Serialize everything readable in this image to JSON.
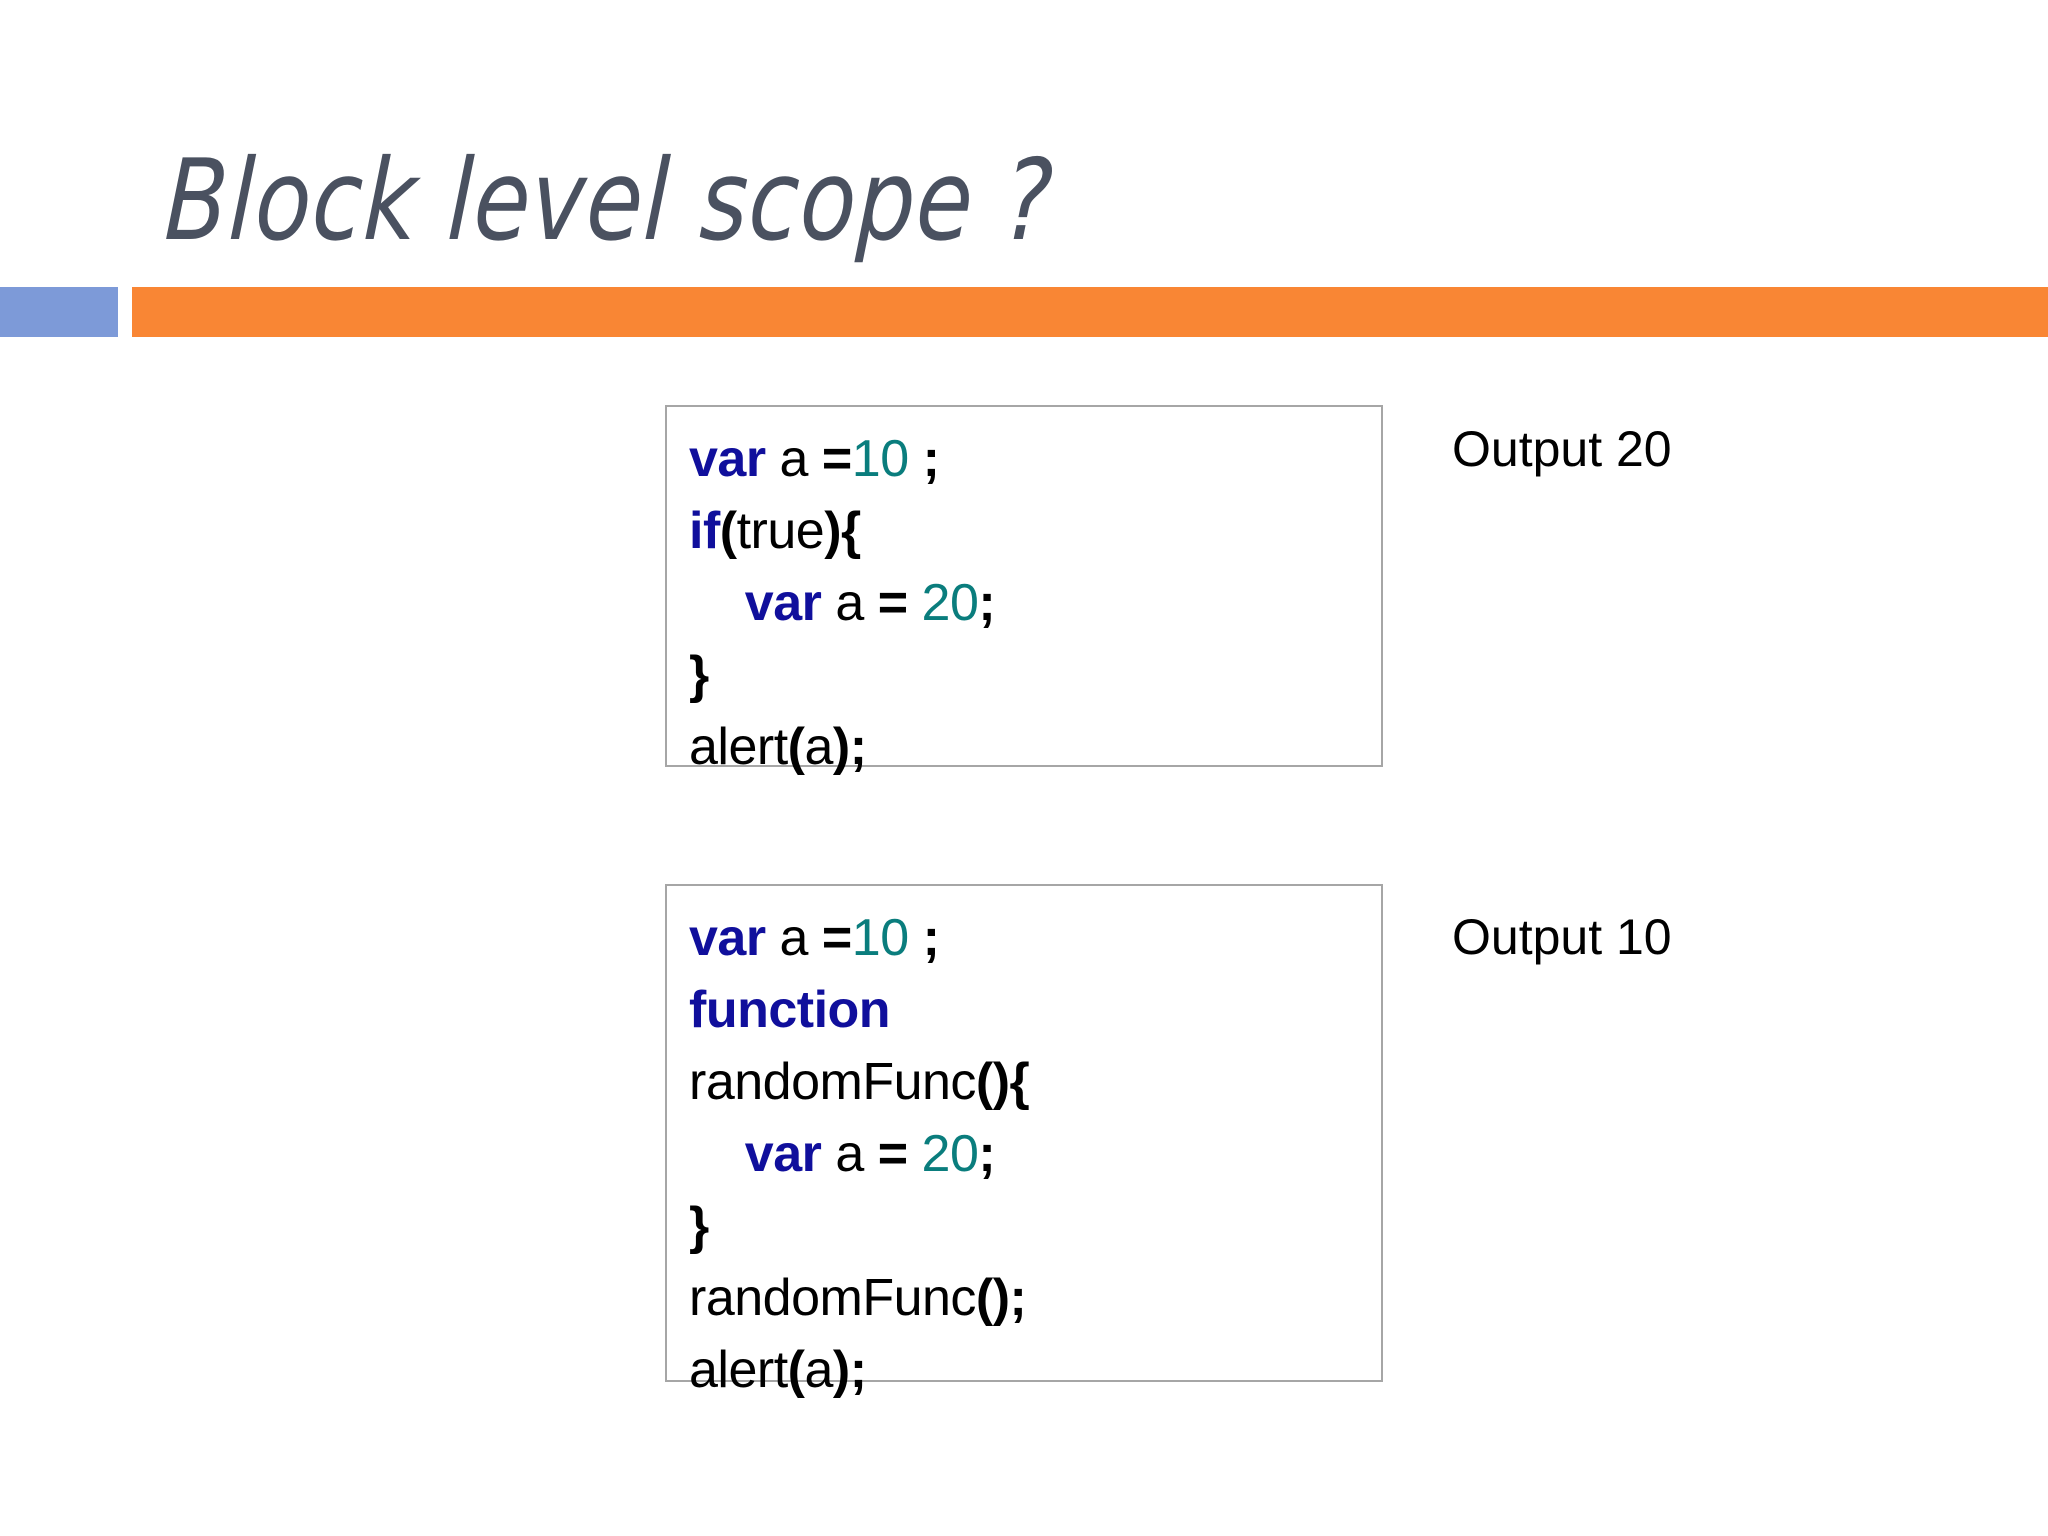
{
  "slide": {
    "title": "Block level scope ?",
    "background_color": "#ffffff",
    "title_color": "#4a5160"
  },
  "divider": {
    "blue_color": "#7d9ad8",
    "orange_color": "#f98634"
  },
  "syntax_colors": {
    "keyword": "#100f9c",
    "number": "#0a7d7d",
    "identifier": "#000000",
    "operator": "#000000",
    "punctuation": "#000000"
  },
  "code_blocks": [
    {
      "id": "code-box-1",
      "lines": [
        {
          "tokens": [
            {
              "t": "var",
              "k": "kw"
            },
            {
              "t": " ",
              "k": "id"
            },
            {
              "t": "a",
              "k": "id"
            },
            {
              "t": " ",
              "k": "id"
            },
            {
              "t": "=",
              "k": "op"
            },
            {
              "t": "10",
              "k": "num"
            },
            {
              "t": " ",
              "k": "id"
            },
            {
              "t": ";",
              "k": "punc"
            }
          ]
        },
        {
          "tokens": [
            {
              "t": "if",
              "k": "kw"
            },
            {
              "t": "(",
              "k": "punc"
            },
            {
              "t": "true",
              "k": "id"
            },
            {
              "t": ")",
              "k": "punc"
            },
            {
              "t": "{",
              "k": "punc"
            }
          ]
        },
        {
          "tokens": [
            {
              "t": "    ",
              "k": "id"
            },
            {
              "t": "var",
              "k": "kw"
            },
            {
              "t": " ",
              "k": "id"
            },
            {
              "t": "a",
              "k": "id"
            },
            {
              "t": " ",
              "k": "id"
            },
            {
              "t": "=",
              "k": "op"
            },
            {
              "t": " ",
              "k": "id"
            },
            {
              "t": "20",
              "k": "num"
            },
            {
              "t": ";",
              "k": "punc"
            }
          ]
        },
        {
          "tokens": [
            {
              "t": "}",
              "k": "punc"
            }
          ]
        },
        {
          "tokens": [
            {
              "t": "alert",
              "k": "id"
            },
            {
              "t": "(",
              "k": "punc"
            },
            {
              "t": "a",
              "k": "id"
            },
            {
              "t": ");",
              "k": "punc"
            }
          ]
        }
      ]
    },
    {
      "id": "code-box-2",
      "lines": [
        {
          "tokens": [
            {
              "t": "var",
              "k": "kw"
            },
            {
              "t": " ",
              "k": "id"
            },
            {
              "t": "a",
              "k": "id"
            },
            {
              "t": " ",
              "k": "id"
            },
            {
              "t": "=",
              "k": "op"
            },
            {
              "t": "10",
              "k": "num"
            },
            {
              "t": " ",
              "k": "id"
            },
            {
              "t": ";",
              "k": "punc"
            }
          ]
        },
        {
          "tokens": [
            {
              "t": "function",
              "k": "kw"
            }
          ]
        },
        {
          "tokens": [
            {
              "t": "randomFunc",
              "k": "id"
            },
            {
              "t": "(){",
              "k": "punc"
            }
          ]
        },
        {
          "tokens": [
            {
              "t": "    ",
              "k": "id"
            },
            {
              "t": "var",
              "k": "kw"
            },
            {
              "t": " ",
              "k": "id"
            },
            {
              "t": "a",
              "k": "id"
            },
            {
              "t": " ",
              "k": "id"
            },
            {
              "t": "=",
              "k": "op"
            },
            {
              "t": " ",
              "k": "id"
            },
            {
              "t": "20",
              "k": "num"
            },
            {
              "t": ";",
              "k": "punc"
            }
          ]
        },
        {
          "tokens": [
            {
              "t": "}",
              "k": "punc"
            }
          ]
        },
        {
          "tokens": [
            {
              "t": "randomFunc",
              "k": "id"
            },
            {
              "t": "();",
              "k": "punc"
            }
          ]
        },
        {
          "tokens": [
            {
              "t": "alert",
              "k": "id"
            },
            {
              "t": "(",
              "k": "punc"
            },
            {
              "t": "a",
              "k": "id"
            },
            {
              "t": ");",
              "k": "punc"
            }
          ]
        }
      ]
    }
  ],
  "outputs": [
    {
      "id": "output-label-1",
      "label": "Output 20"
    },
    {
      "id": "output-label-2",
      "label": "Output 10"
    }
  ]
}
